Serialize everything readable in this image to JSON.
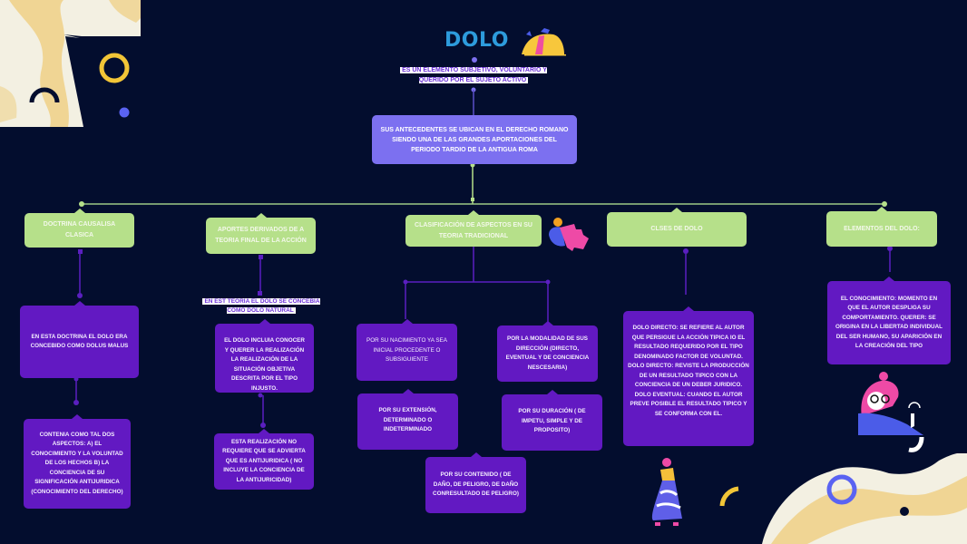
{
  "title": "DOLO",
  "definition": "ES UN ELEMENTO SUBJETIVO, VOLUNTARIO Y QUERIDO POR EL SUJETO ACTIVO",
  "antecedents": "SUS ANTECEDENTES SE UBICAN EN EL DERECHO ROMANO SIENDO UNA DE LAS GRANDES APORTACIONES DEL PERIODO TARDIO DE LA ANTIGUA ROMA",
  "colors": {
    "background": "#030d2e",
    "title": "#2d9bdc",
    "category_box": "#b6e08a",
    "detail_box": "#6219c2",
    "antecedents_box": "#7c70f0",
    "connector_green": "#b6e08a",
    "connector_purple": "#5a1fc0"
  },
  "branches": [
    {
      "label": "DOCTRINA CAUSALISA CLASICA",
      "details": [
        "EN ESTA DOCTRINA  EL DOLO ERA CONCEBIDO COMO DOLUS MALUS",
        "CONTENIA COMO TAL DOS ASPECTOS: A) EL CONOCIMIENTO Y LA VOLUNTAD DE LOS HECHOS B) LA CONCIENCIA DE SU SIGNIFICACIÓN ANTIJURIDICA (CONOCIMIENTO DEL DERECHO)"
      ]
    },
    {
      "label": "APORTES DERIVADOS DE A TEORIA FINAL DE LA ACCIÓN",
      "note": "EN EST TEORIA EL DOLO SE CONCEBIA COMO DOLO NATURAL",
      "details": [
        "EL DOLO INCLUIA CONOCER Y QUERER LA REALIZACIÓN LA REALIZACIÓN DE LA SITUACIÓN OBJETIVA DESCRITA POR EL TIPO INJUSTO.",
        "ESTA REALIZACIÓN NO REQUIERE QUE SE ADVIERTA QUE ES ANTIJURIDICA ( NO INCLUYE LA CONCIENCIA DE LA ANTIJURICIDAD)"
      ]
    },
    {
      "label": "CLASIFICACIÓN DE ASPECTOS EN SU TEORIA TRADICIONAL",
      "details": [
        "POR SU NACIMIENTO YA SEA INICIAL PROCEDENTE O SUBSIGUIENTE",
        "POR LA MODALIDAD DE SUS DIRECCIÓN (DIRECTO, EVENTUAL Y DE CONCIENCIA NESCESARIA)",
        "POR SU EXTENSIÓN, DETERMINADO O INDETERMINADO",
        "POR SU DURACIÓN ( DE IMPETU, SIMPLE Y DE PROPOSITO)",
        "POR SU CONTENIDO ( DE DAÑO, DE PELIGRO, DE DAÑO CONRESULTADO DE PELIGRO)"
      ]
    },
    {
      "label": "CLSES DE DOLO",
      "details": [
        "DOLO DIRECTO: SE REFIERE AL AUTOR QUE PERSIGUE LA ACCIÓN TIPICA IO EL RESULTADO REQUERIDO POR EL TIPO DENOMINADO FACTOR DE VOLUNTAD. DOLO DIRECTO: REVISTE LA PRODUCCIÓN DE UN RESULTADO TIPICO CON LA CONCIENCIA DE UN DEBER JURIDICO. DOLO EVENTUAL: CUANDO EL AUTOR PREVE POSIBLE EL RESULTADO TIPICO Y SE CONFORMA CON EL."
      ]
    },
    {
      "label": "ELEMENTOS DEL DOLO:",
      "details": [
        "EL CONOCIMIENTO: MOMENTO EN QUE EL AUTOR DESPLIGA SU COMPORTAMIENTO. QUERER: SE ORIGINA EN LA LIBERTAD INDIVIDUAL DEL SER HUMANO, SU APARICIÓN EN LA CREACIÓN DEL TIPO"
      ]
    }
  ],
  "decorations": [
    "marble-blob-icon",
    "yellow-ring-icon",
    "navy-arc-icon",
    "blue-dot-icon",
    "tent-illustration-icon",
    "puzzle-person-icon",
    "dancing-woman-icon",
    "woman-touchscreen-icon",
    "blue-ring-icon",
    "yellow-arc-icon"
  ]
}
